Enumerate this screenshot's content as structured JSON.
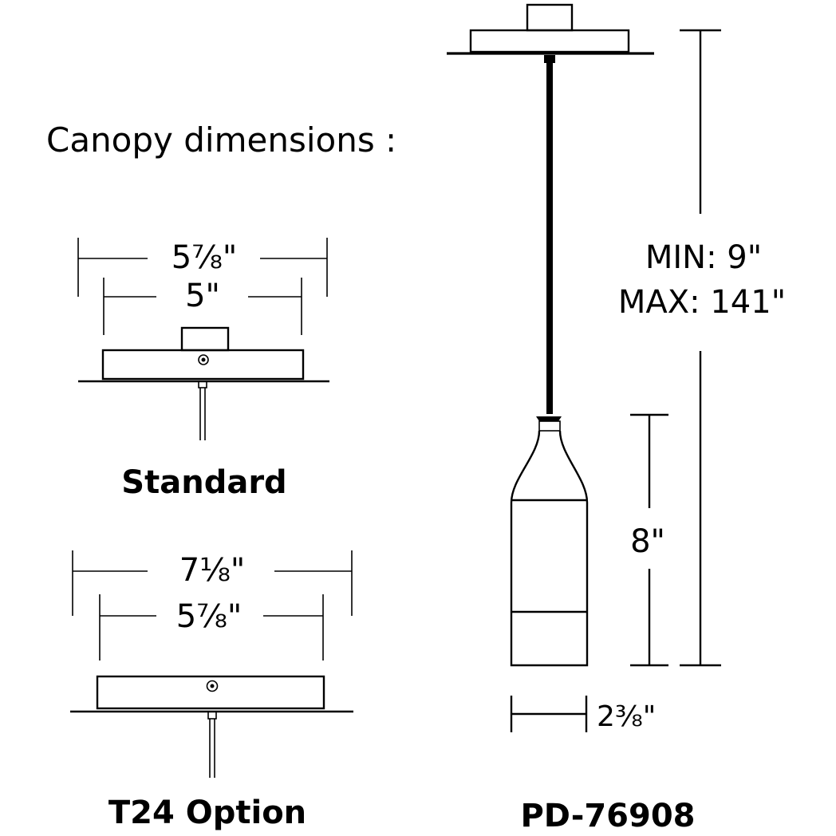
{
  "heading": "Canopy dimensions :",
  "standard": {
    "outer_width": "5⅞\"",
    "inner_width": "5\"",
    "label": "Standard"
  },
  "t24": {
    "outer_width": "7⅛\"",
    "inner_width": "5⅞\"",
    "label": "T24 Option"
  },
  "fixture": {
    "min_length": "MIN: 9\"",
    "max_length": "MAX: 141\"",
    "shade_height": "8\"",
    "shade_width": "2⅜\"",
    "model": "PD-76908"
  }
}
